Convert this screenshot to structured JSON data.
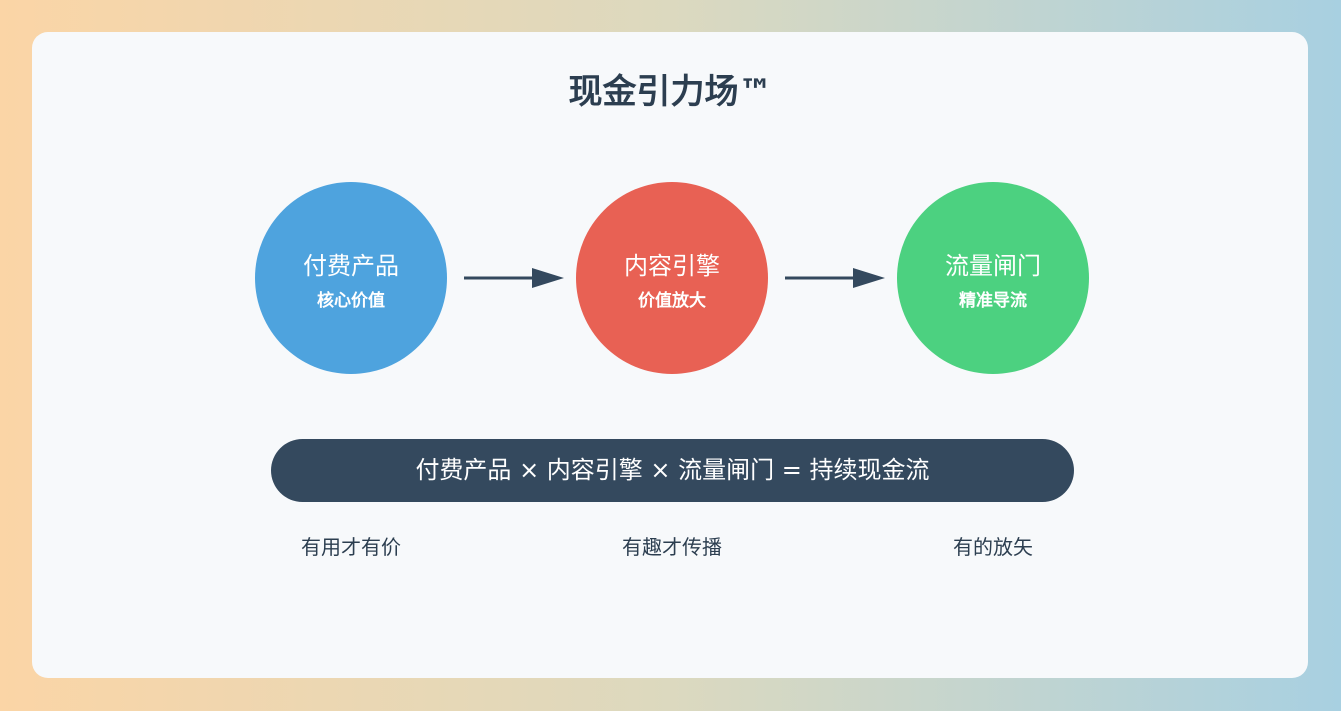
{
  "title": "现金引力场™",
  "nodes": [
    {
      "title": "付费产品",
      "subtitle": "核心价值",
      "color": "#4ea3de"
    },
    {
      "title": "内容引擎",
      "subtitle": "价值放大",
      "color": "#e86154"
    },
    {
      "title": "流量闸门",
      "subtitle": "精准导流",
      "color": "#4cd180"
    }
  ],
  "formula": "付费产品 × 内容引擎 × 流量闸门 = 持续现金流",
  "captions": [
    "有用才有价",
    "有趣才传播",
    "有的放矢"
  ]
}
